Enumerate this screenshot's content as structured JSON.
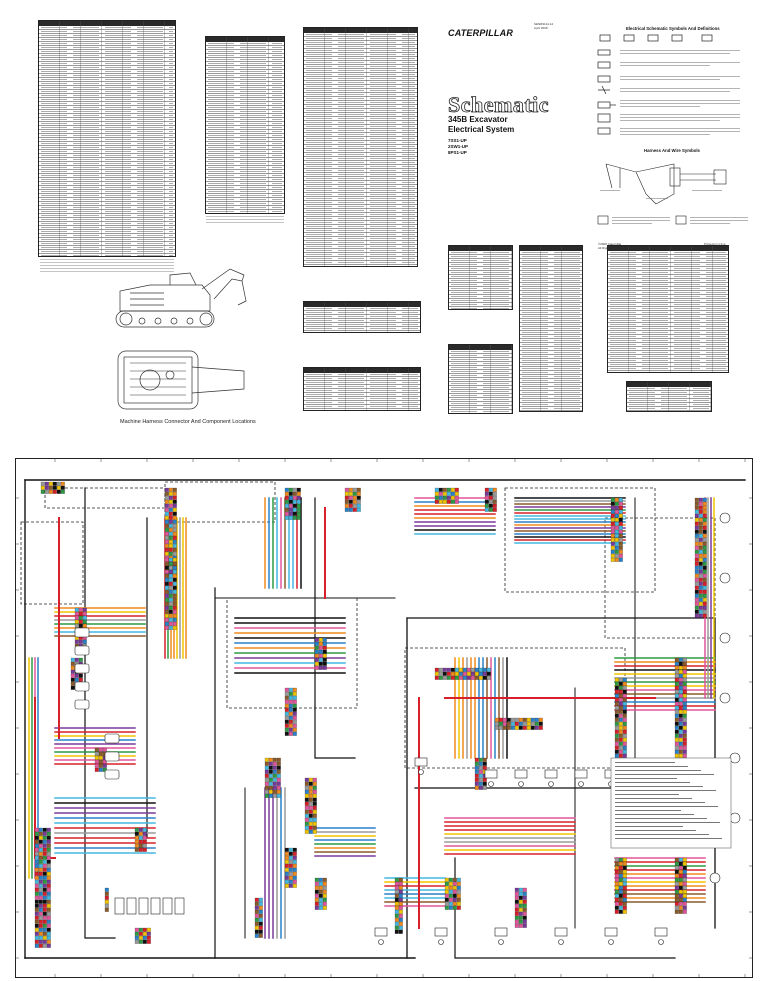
{
  "title_block": {
    "brand": "CATERPILLAR",
    "doc_code": "SENR9114-12",
    "doc_date": "April 2008",
    "title": "Schematic",
    "model": "345B Excavator",
    "system": "Electrical System",
    "serials": [
      "7SS1-UP",
      "2SW1-UP",
      "8PS1-UP"
    ],
    "copyright": "©2008 Caterpillar",
    "rights": "All Rights Reserved",
    "printed": "Printed in U.S.A."
  },
  "symbols": {
    "title": "Electrical Schematic Symbols And Definitions",
    "harness_title": "Harness And Wire Symbols"
  },
  "locations": {
    "caption": "Machine Harness Connector And Component Locations"
  },
  "colors": {
    "wire_black": "#111111",
    "wire_red": "#d8202a",
    "wire_pink": "#e2559a",
    "wire_blue": "#2a82c8",
    "wire_cyan": "#44b8e0",
    "wire_orange": "#f08a1c",
    "wire_yellow": "#f0c400",
    "wire_green": "#2e9a44",
    "wire_purple": "#7a3a9a",
    "wire_brown": "#8a5a2a",
    "wire_gray": "#9a9a9a"
  }
}
